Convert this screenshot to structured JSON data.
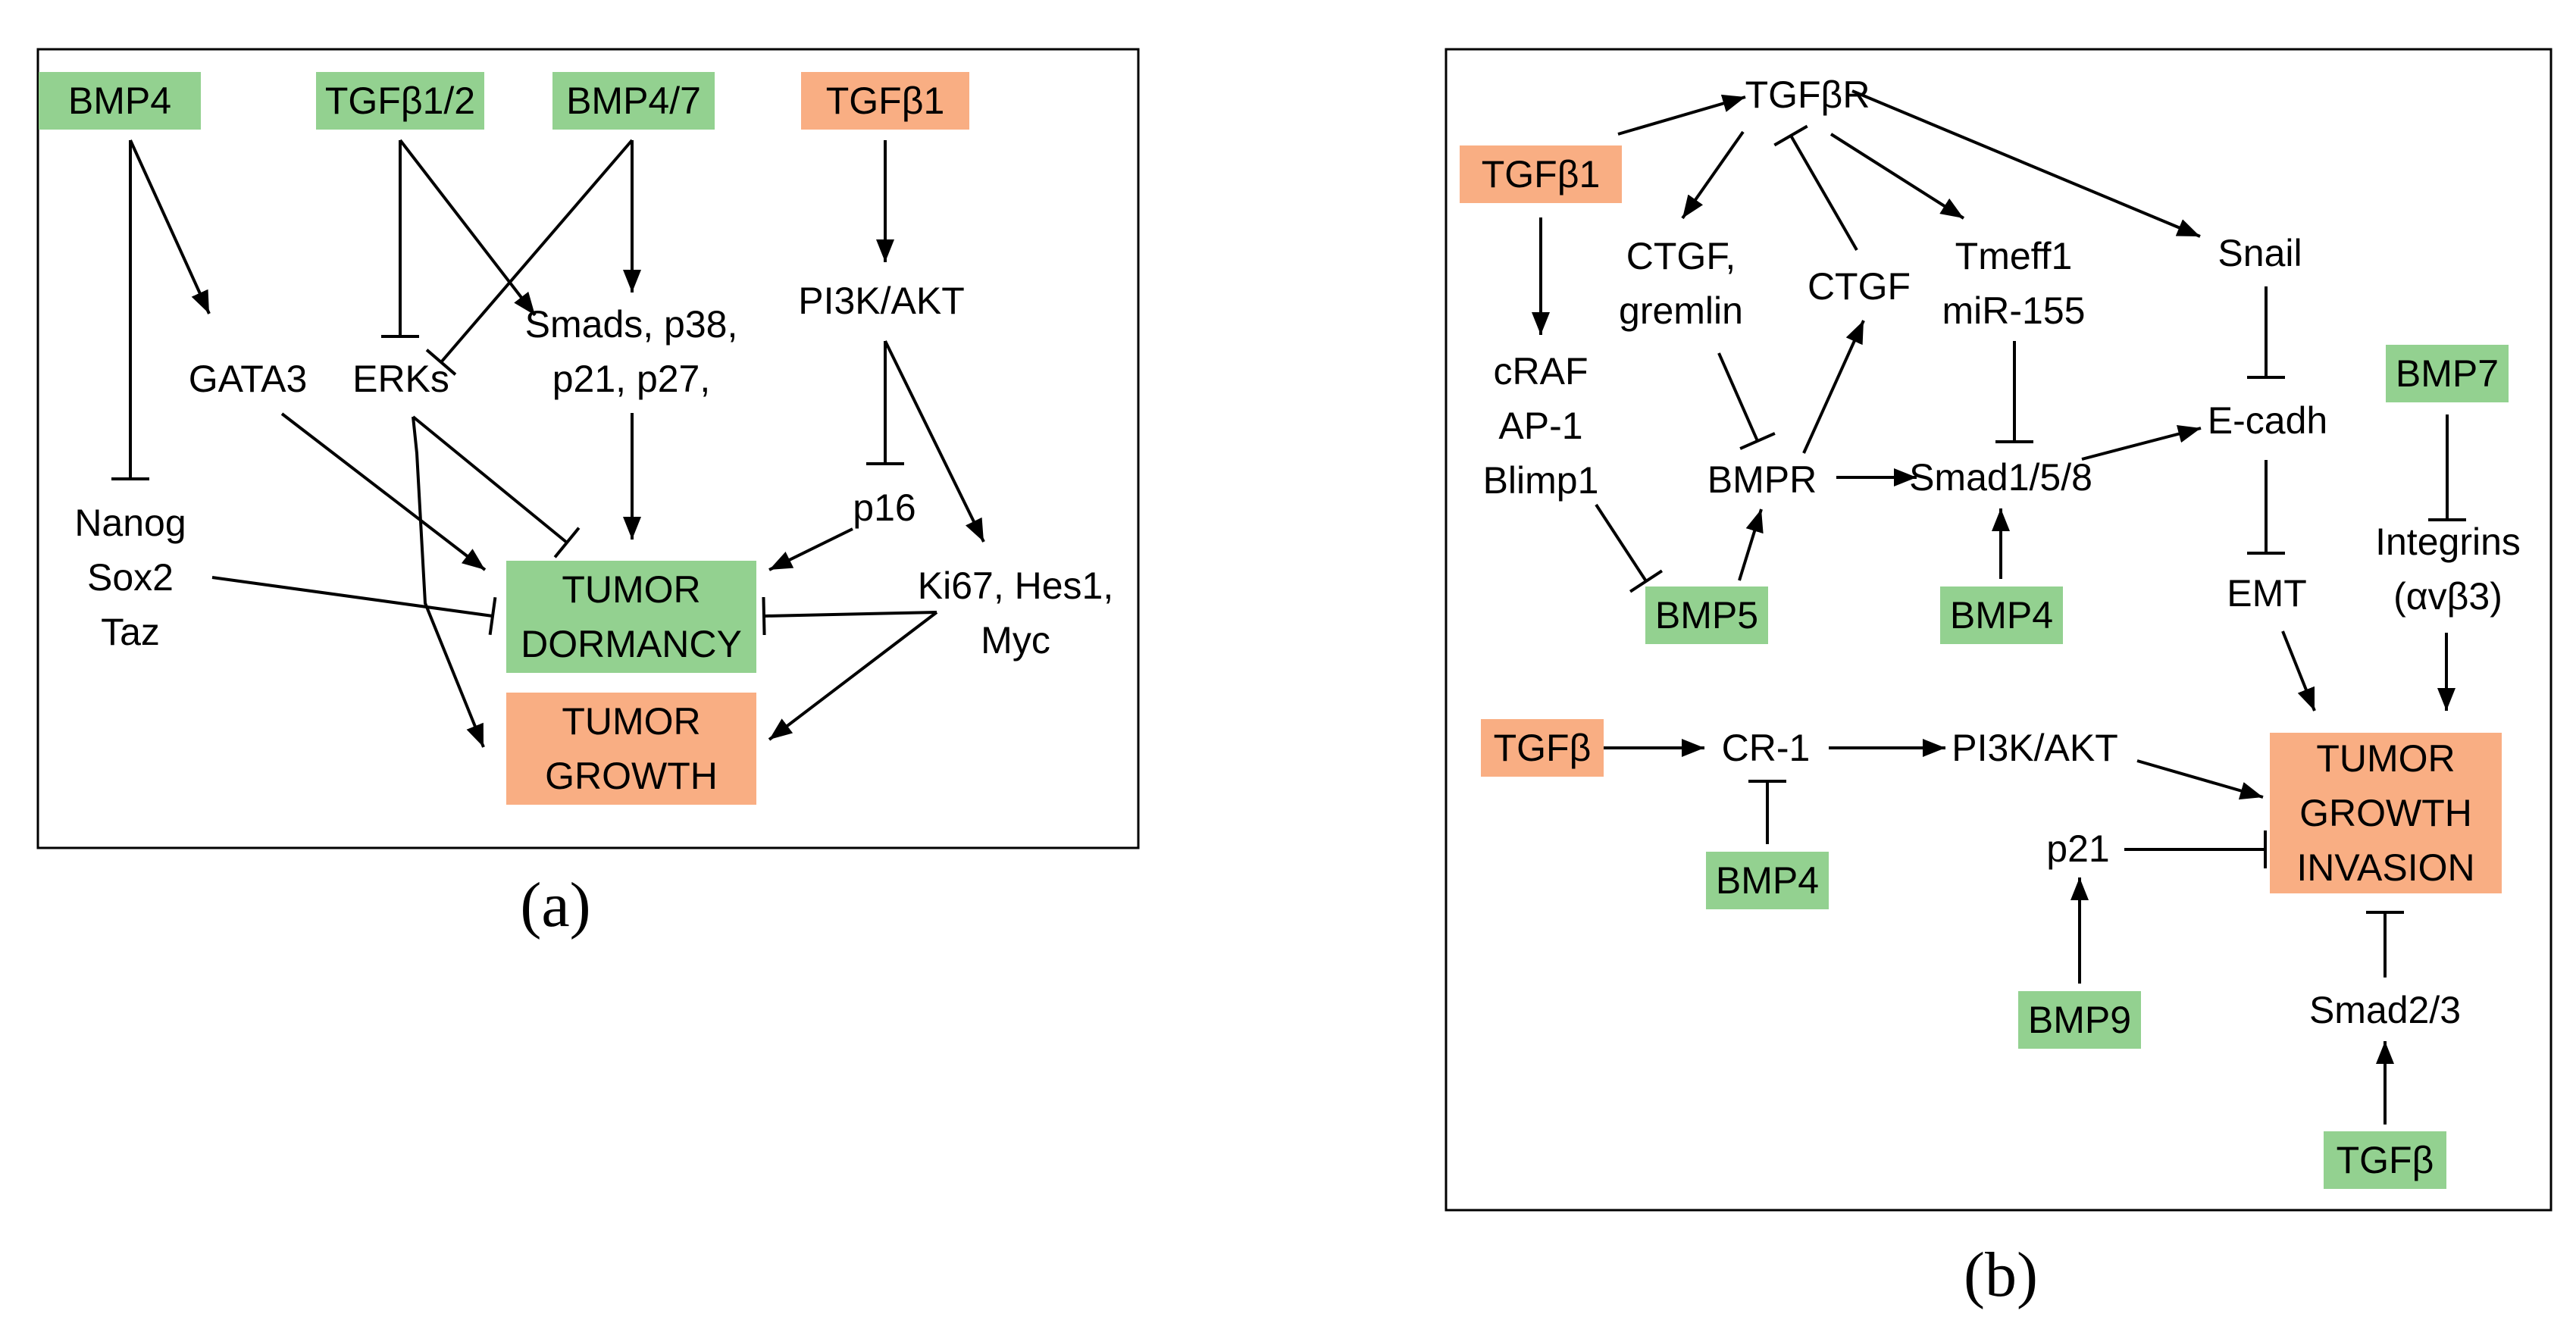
{
  "colors": {
    "suppressor": "#93d190",
    "promoter": "#f9ae83",
    "ink": "#000000"
  },
  "panels": [
    {
      "id": "a",
      "caption": "(a)",
      "nodes": [
        {
          "id": "a_bmp4",
          "lines": [
            "BMP4"
          ],
          "fill": "suppressor"
        },
        {
          "id": "a_tgfb12",
          "lines": [
            "TGFβ1/2"
          ],
          "fill": "suppressor"
        },
        {
          "id": "a_bmp47",
          "lines": [
            "BMP4/7"
          ],
          "fill": "suppressor"
        },
        {
          "id": "a_tgfb1",
          "lines": [
            "TGFβ1"
          ],
          "fill": "promoter"
        },
        {
          "id": "a_gata3",
          "lines": [
            "GATA3"
          ]
        },
        {
          "id": "a_erks",
          "lines": [
            "ERKs"
          ]
        },
        {
          "id": "a_smads",
          "lines": [
            "Smads, p38,",
            "p21, p27,"
          ]
        },
        {
          "id": "a_pi3k",
          "lines": [
            "PI3K/AKT"
          ]
        },
        {
          "id": "a_p16",
          "lines": [
            "p16"
          ]
        },
        {
          "id": "a_nanog",
          "lines": [
            "Nanog",
            "Sox2",
            "Taz"
          ]
        },
        {
          "id": "a_dormancy",
          "lines": [
            "TUMOR",
            "DORMANCY"
          ],
          "fill": "suppressor"
        },
        {
          "id": "a_ki67",
          "lines": [
            "Ki67, Hes1,",
            "Myc"
          ]
        },
        {
          "id": "a_growth",
          "lines": [
            "TUMOR",
            "GROWTH"
          ],
          "fill": "promoter"
        }
      ],
      "edges": [
        {
          "from": "a_bmp4",
          "to": "a_gata3",
          "type": "activates"
        },
        {
          "from": "a_bmp4",
          "to": "a_nanog",
          "type": "inhibits"
        },
        {
          "from": "a_tgfb12",
          "to": "a_erks",
          "type": "inhibits"
        },
        {
          "from": "a_tgfb12",
          "to": "a_smads",
          "type": "activates"
        },
        {
          "from": "a_bmp47",
          "to": "a_erks",
          "type": "inhibits"
        },
        {
          "from": "a_bmp47",
          "to": "a_smads",
          "type": "activates"
        },
        {
          "from": "a_tgfb1",
          "to": "a_pi3k",
          "type": "activates"
        },
        {
          "from": "a_pi3k",
          "to": "a_p16",
          "type": "inhibits"
        },
        {
          "from": "a_pi3k",
          "to": "a_ki67",
          "type": "activates"
        },
        {
          "from": "a_gata3",
          "to": "a_dormancy",
          "type": "activates"
        },
        {
          "from": "a_erks",
          "to": "a_dormancy",
          "type": "inhibits"
        },
        {
          "from": "a_erks",
          "to": "a_growth",
          "type": "activates"
        },
        {
          "from": "a_smads",
          "to": "a_dormancy",
          "type": "activates"
        },
        {
          "from": "a_p16",
          "to": "a_dormancy",
          "type": "activates"
        },
        {
          "from": "a_nanog",
          "to": "a_dormancy",
          "type": "inhibits"
        },
        {
          "from": "a_ki67",
          "to": "a_dormancy",
          "type": "inhibits"
        },
        {
          "from": "a_ki67",
          "to": "a_growth",
          "type": "activates"
        }
      ]
    },
    {
      "id": "b",
      "caption": "(b)",
      "nodes": [
        {
          "id": "b_tgfbr",
          "lines": [
            "TGFβR"
          ]
        },
        {
          "id": "b_tgfb1",
          "lines": [
            "TGFβ1"
          ],
          "fill": "promoter"
        },
        {
          "id": "b_ctgf_gremlin",
          "lines": [
            "CTGF,",
            "gremlin"
          ]
        },
        {
          "id": "b_ctgf",
          "lines": [
            "CTGF"
          ]
        },
        {
          "id": "b_tmeff1",
          "lines": [
            "Tmeff1",
            "miR-155"
          ]
        },
        {
          "id": "b_snail",
          "lines": [
            "Snail"
          ]
        },
        {
          "id": "b_craf",
          "lines": [
            "cRAF",
            "AP-1",
            "Blimp1"
          ]
        },
        {
          "id": "b_bmpr",
          "lines": [
            "BMPR"
          ]
        },
        {
          "id": "b_smad158",
          "lines": [
            "Smad1/5/8"
          ]
        },
        {
          "id": "b_ecadh",
          "lines": [
            "E-cadh"
          ]
        },
        {
          "id": "b_bmp7",
          "lines": [
            "BMP7"
          ],
          "fill": "suppressor"
        },
        {
          "id": "b_integrins",
          "lines": [
            "Integrins",
            "(αvβ3)"
          ]
        },
        {
          "id": "b_bmp5",
          "lines": [
            "BMP5"
          ],
          "fill": "suppressor"
        },
        {
          "id": "b_bmp4_top",
          "lines": [
            "BMP4"
          ],
          "fill": "suppressor"
        },
        {
          "id": "b_emt",
          "lines": [
            "EMT"
          ]
        },
        {
          "id": "b_tgfb",
          "lines": [
            "TGFβ"
          ],
          "fill": "promoter"
        },
        {
          "id": "b_cr1",
          "lines": [
            "CR-1"
          ]
        },
        {
          "id": "b_pi3k",
          "lines": [
            "PI3K/AKT"
          ]
        },
        {
          "id": "b_invasion",
          "lines": [
            "TUMOR",
            "GROWTH",
            "INVASION"
          ],
          "fill": "promoter"
        },
        {
          "id": "b_bmp4_bottom",
          "lines": [
            "BMP4"
          ],
          "fill": "suppressor"
        },
        {
          "id": "b_p21",
          "lines": [
            "p21"
          ]
        },
        {
          "id": "b_bmp9",
          "lines": [
            "BMP9"
          ],
          "fill": "suppressor"
        },
        {
          "id": "b_smad23",
          "lines": [
            "Smad2/3"
          ]
        },
        {
          "id": "b_tgfb_green",
          "lines": [
            "TGFβ"
          ],
          "fill": "suppressor"
        }
      ],
      "edges": [
        {
          "from": "b_tgfb1",
          "to": "b_tgfbr",
          "type": "activates"
        },
        {
          "from": "b_tgfbr",
          "to": "b_ctgf_gremlin",
          "type": "activates"
        },
        {
          "from": "b_ctgf",
          "to": "b_tgfbr",
          "type": "inhibits"
        },
        {
          "from": "b_tgfbr",
          "to": "b_tmeff1",
          "type": "activates"
        },
        {
          "from": "b_tgfbr",
          "to": "b_snail",
          "type": "activates"
        },
        {
          "from": "b_tgfb1",
          "to": "b_craf",
          "type": "activates"
        },
        {
          "from": "b_ctgf_gremlin",
          "to": "b_bmpr",
          "type": "inhibits"
        },
        {
          "from": "b_bmpr",
          "to": "b_ctgf",
          "type": "activates"
        },
        {
          "from": "b_tmeff1",
          "to": "b_smad158",
          "type": "inhibits"
        },
        {
          "from": "b_snail",
          "to": "b_ecadh",
          "type": "inhibits"
        },
        {
          "from": "b_craf",
          "to": "b_bmp5",
          "type": "inhibits"
        },
        {
          "from": "b_bmp5",
          "to": "b_bmpr",
          "type": "activates"
        },
        {
          "from": "b_bmpr",
          "to": "b_smad158",
          "type": "activates"
        },
        {
          "from": "b_bmp4_top",
          "to": "b_smad158",
          "type": "activates"
        },
        {
          "from": "b_smad158",
          "to": "b_ecadh",
          "type": "activates"
        },
        {
          "from": "b_ecadh",
          "to": "b_emt",
          "type": "inhibits"
        },
        {
          "from": "b_bmp7",
          "to": "b_integrins",
          "type": "inhibits"
        },
        {
          "from": "b_emt",
          "to": "b_invasion",
          "type": "activates"
        },
        {
          "from": "b_integrins",
          "to": "b_invasion",
          "type": "activates"
        },
        {
          "from": "b_tgfb",
          "to": "b_cr1",
          "type": "activates"
        },
        {
          "from": "b_cr1",
          "to": "b_pi3k",
          "type": "activates"
        },
        {
          "from": "b_bmp4_bottom",
          "to": "b_cr1",
          "type": "inhibits"
        },
        {
          "from": "b_pi3k",
          "to": "b_invasion",
          "type": "activates"
        },
        {
          "from": "b_p21",
          "to": "b_invasion",
          "type": "inhibits"
        },
        {
          "from": "b_bmp9",
          "to": "b_p21",
          "type": "activates"
        },
        {
          "from": "b_smad23",
          "to": "b_invasion",
          "type": "inhibits"
        },
        {
          "from": "b_tgfb_green",
          "to": "b_smad23",
          "type": "activates"
        }
      ]
    }
  ]
}
